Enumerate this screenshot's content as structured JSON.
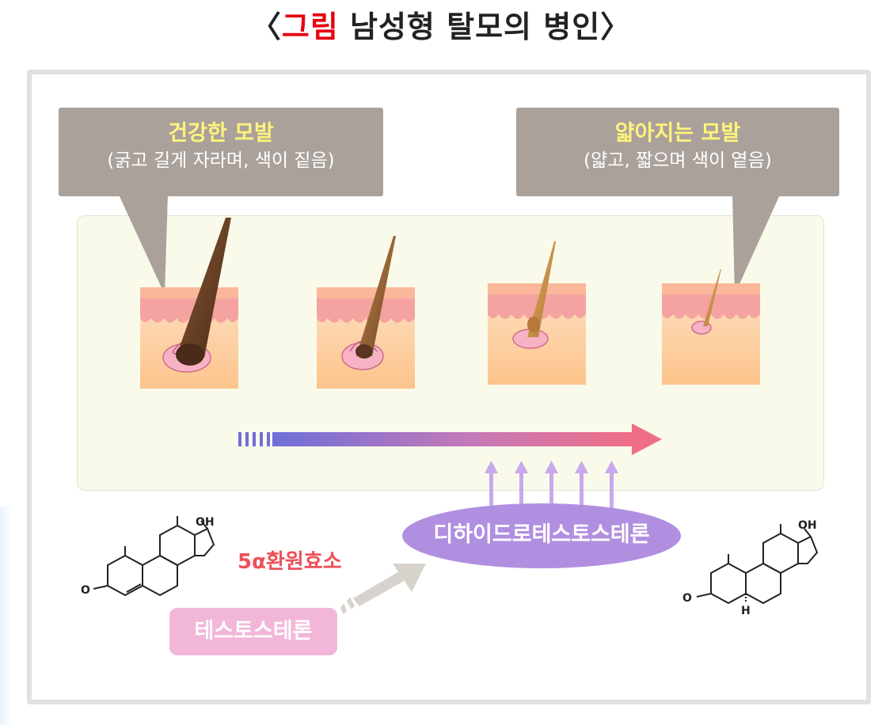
{
  "figure": {
    "title_prefix": "〈",
    "title_accent": "그림",
    "title_main": " 남성형 탈모의 병인〉"
  },
  "bubbles": {
    "healthy": {
      "title": "건강한 모발",
      "subtitle": "(굵고 길게 자라며, 색이 짙음)"
    },
    "thinning": {
      "title": "얇아지는 모발",
      "subtitle": "(얇고, 짧으며 색이 옅음)"
    }
  },
  "labels": {
    "dht": "디하이드로테스토스테론",
    "testosterone": "테스토스테론",
    "enzyme": "5α환원효소"
  },
  "molecules": {
    "testosterone": {
      "hydroxyl": "OH",
      "ketone": "O"
    },
    "dht": {
      "hydroxyl": "OH",
      "ketone": "O",
      "hydrogen": "H"
    }
  },
  "colors": {
    "accent_red": "#e60012",
    "bubble_bg": "#aaa19b",
    "bubble_title": "#fff37b",
    "panel_bg": "#fafaea",
    "arrow_start": "#6f6fd8",
    "arrow_end": "#f06e85",
    "up_arrows": "#c9a8ee",
    "dht_pill": "#b18fe0",
    "testosterone_pill": "#f2b6d8",
    "enzyme_text": "#ee5058",
    "skin": "#fdd1a4",
    "skin_pink": "#f5a9a4"
  }
}
